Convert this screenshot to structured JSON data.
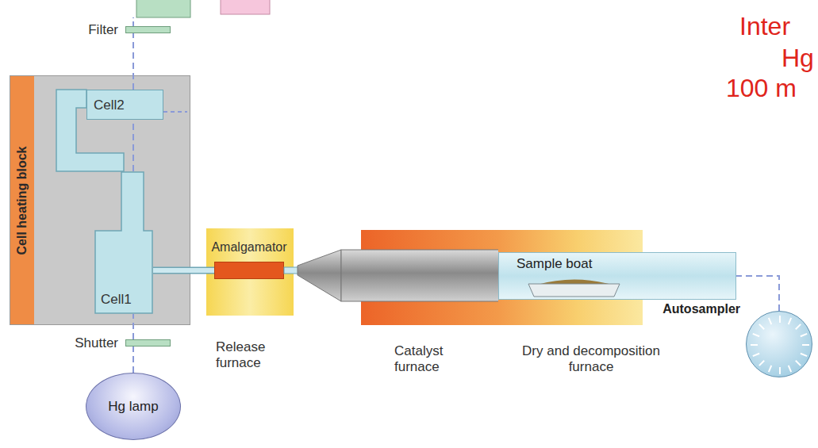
{
  "diagram": {
    "nodes": [
      {
        "text": [
          "Filter"
        ]
      },
      {
        "text": [
          "Cell heating block"
        ]
      },
      {
        "text": [
          "Cell2"
        ],
        "in": 1
      },
      {
        "text": [
          "Cell1"
        ],
        "in": 1
      },
      {
        "text": [
          "Shutter"
        ]
      },
      {
        "text": [
          "Hg lamp"
        ]
      },
      {
        "text": [
          "Release furnace"
        ]
      },
      {
        "text": [
          "Amalgamator"
        ],
        "in": 6
      },
      {
        "text": [
          "Catalyst furnace"
        ]
      },
      {
        "text": [
          "Dry and decomposition furnace"
        ]
      },
      {
        "text": [
          "Sample boat"
        ],
        "in": 9
      },
      {
        "text": [
          "Autosampler"
        ]
      }
    ],
    "edges": [
      {
        "from": 5,
        "to": 4,
        "arrow": "none"
      },
      {
        "from": 4,
        "to": 3,
        "arrow": "none"
      },
      {
        "from": 3,
        "to": 2,
        "arrow": "none"
      },
      {
        "from": 2,
        "to": 0,
        "arrow": "none"
      },
      {
        "from": 3,
        "to": 7,
        "arrow": "none"
      },
      {
        "from": 11,
        "to": 10,
        "arrow": "none"
      }
    ],
    "labels": [
      "Inter",
      "Hg",
      "100 m"
    ]
  }
}
